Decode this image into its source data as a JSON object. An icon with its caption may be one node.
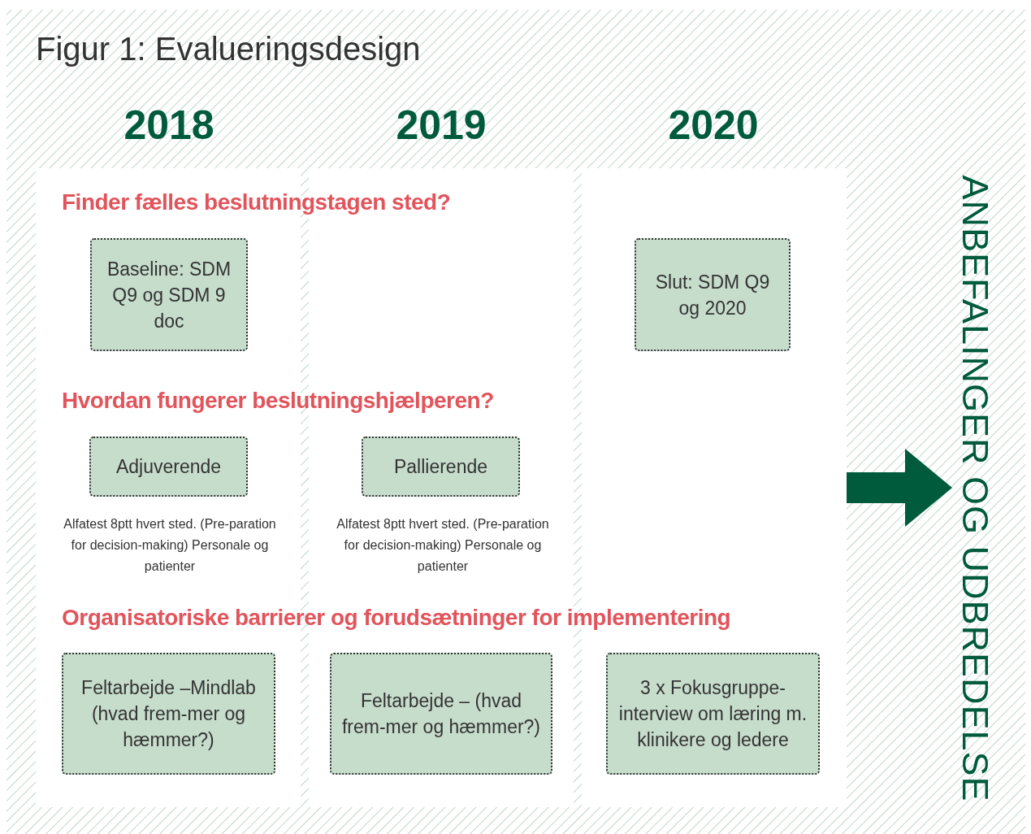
{
  "diagram": {
    "title": "Figur 1: Evalueringsdesign",
    "nodes": [
      {
        "text": [
          "Baseline: SDM Q9 og SDM 9 doc"
        ]
      },
      {
        "text": [
          "Slut: SDM Q9 og 2020"
        ]
      },
      {
        "text": [
          "Adjuverende"
        ],
        "beside": [
          "Alfatest 8ptt hvert sted. (Pre-paration for decision-making) Personale og patienter"
        ]
      },
      {
        "text": [
          "Pallierende"
        ],
        "beside": [
          "Alfatest 8ptt hvert sted. (Pre-paration for decision-making) Personale og patienter"
        ]
      },
      {
        "text": [
          "Feltarbejde –Mindlab (hvad frem-mer og hæmmer?)"
        ]
      },
      {
        "text": [
          "Feltarbejde – (hvad frem-mer og hæmmer?)"
        ]
      },
      {
        "text": [
          "3 x Fokusgruppe-interview om læring m. klinikere og ledere"
        ]
      },
      {
        "text": [
          "ANBEFALINGER OG UDBREDELSE"
        ]
      }
    ],
    "edges": [
      {
        "from": null,
        "to": 7,
        "arrow": "to",
        "color": "#005a3c"
      }
    ],
    "labels": [
      "2018",
      "2019",
      "2020",
      "Finder fælles beslutningstagen sted?",
      "Hvordan fungerer beslutningshjælperen?",
      "Organisatoriske barrierer og forudsætninger for implementering"
    ]
  }
}
